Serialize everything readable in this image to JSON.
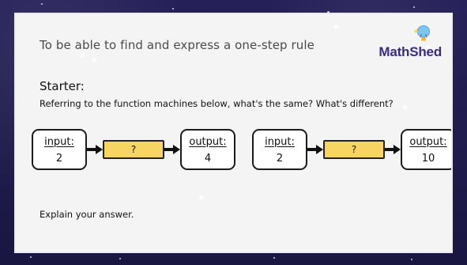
{
  "title": "To be able to find and express a one-step rule",
  "brand": {
    "name": "MathShed",
    "color": "#3b2c80"
  },
  "starter": {
    "label": "Starter:",
    "question": "Referring to the function machines below, what's the same? What's different?"
  },
  "machines": [
    {
      "input_label": "input:",
      "input_value": "2",
      "rule": "?",
      "output_label": "output:",
      "output_value": "4"
    },
    {
      "input_label": "input:",
      "input_value": "2",
      "rule": "?",
      "output_label": "output:",
      "output_value": "10"
    }
  ],
  "footer": {
    "text": "Explain your answer."
  },
  "colors": {
    "background": "#201d52",
    "slide": "#f4f4f5",
    "rule_fill": "#f8d562",
    "border": "#1b1b1b"
  }
}
